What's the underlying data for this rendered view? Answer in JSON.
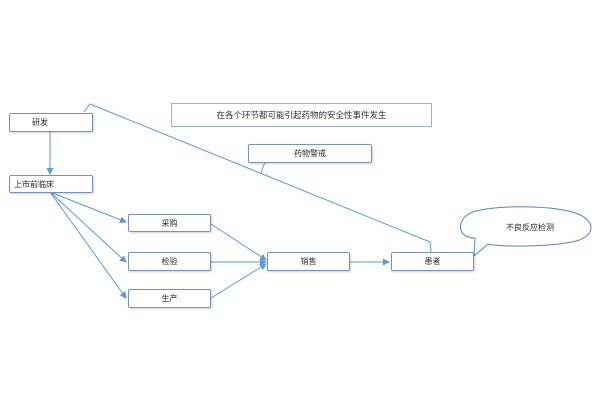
{
  "diagram": {
    "note": "在各个环节都可能引起药物的安全性事件发生",
    "nodes": {
      "research": "研发",
      "preclinical": "上市前临床",
      "purchase": "采购",
      "inspection": "检验",
      "production": "生产",
      "sales": "销售",
      "patient": "患者",
      "pharmacovigilance": "药物警戒"
    },
    "bubble": "不良反应检测",
    "colors": {
      "line": "#5b9bd5",
      "border": "#7a92b3"
    }
  }
}
